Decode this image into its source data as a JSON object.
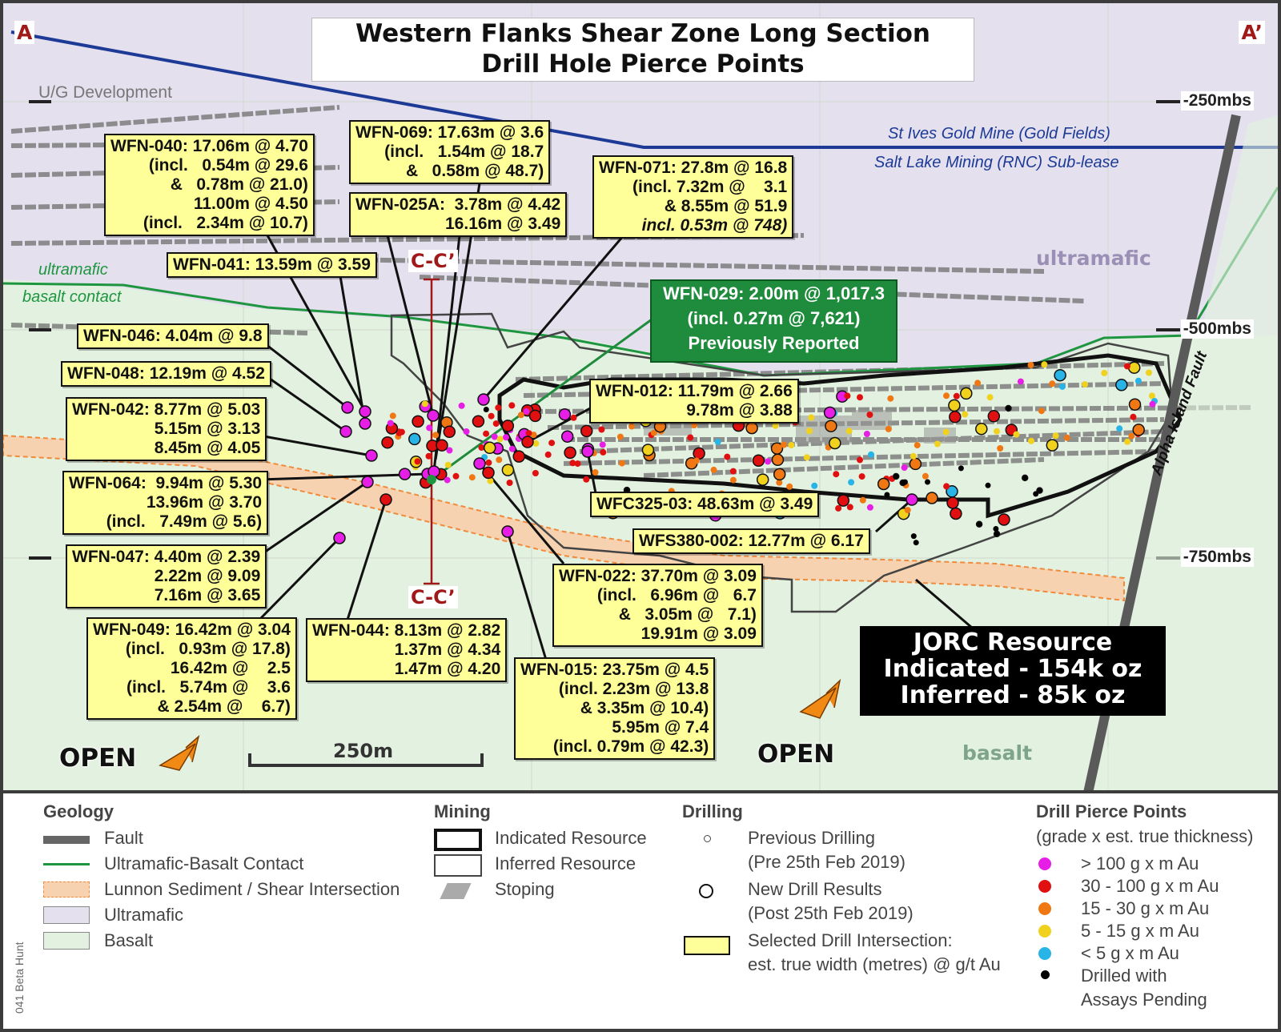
{
  "title": {
    "line1": "Western Flanks Shear Zone Long Section",
    "line2": "Drill Hole Pierce Points"
  },
  "section": {
    "start": "A",
    "end": "A’"
  },
  "depth_labels": [
    "-250mbs",
    "-500mbs",
    "-750mbs"
  ],
  "map_labels": {
    "ug_development": "U/G Development",
    "st_ives": "St Ives Gold Mine (Gold Fields)",
    "salt_lake": "Salt Lake Mining (RNC) Sub-lease",
    "ultramafic": "ultramafic",
    "contact_line1": "ultramafic",
    "contact_line2": "basalt contact",
    "basalt": "basalt",
    "fault": "Alpha Island Fault",
    "cc_top": "C-C’",
    "cc_bottom": "C-C’",
    "open_left": "OPEN",
    "open_right": "OPEN",
    "scale": "250m"
  },
  "intersections": [
    {
      "id": "wfn040",
      "lines": [
        "WFN-040: 17.06m @ 4.70",
        "(incl.   0.54m @ 29.6",
        "&   0.78m @ 21.0)",
        "11.00m @ 4.50",
        "(incl.   2.34m @ 10.7)"
      ]
    },
    {
      "id": "wfn069",
      "lines": [
        "WFN-069: 17.63m @ 3.6",
        "(incl.   1.54m @ 18.7",
        "&   0.58m @ 48.7)"
      ]
    },
    {
      "id": "wfn025a",
      "lines": [
        "WFN-025A:  3.78m @ 4.42",
        "16.16m @ 3.49"
      ]
    },
    {
      "id": "wfn071",
      "lines": [
        "WFN-071: 27.8m @ 16.8",
        "(incl. 7.32m @    3.1",
        "& 8.55m @ 51.9",
        "incl. 0.53m @ 748)"
      ]
    },
    {
      "id": "wfn041",
      "lines": [
        "WFN-041: 13.59m @ 3.59"
      ]
    },
    {
      "id": "wfn046",
      "lines": [
        "WFN-046: 4.04m @ 9.8"
      ]
    },
    {
      "id": "wfn048",
      "lines": [
        "WFN-048: 12.19m @ 4.52"
      ]
    },
    {
      "id": "wfn042",
      "lines": [
        "WFN-042: 8.77m @ 5.03",
        "5.15m @ 3.13",
        "8.45m @ 4.05"
      ]
    },
    {
      "id": "wfn064",
      "lines": [
        "WFN-064:  9.94m @ 5.30",
        "13.96m @ 3.70",
        "(incl.   7.49m @ 5.6)"
      ]
    },
    {
      "id": "wfn047",
      "lines": [
        "WFN-047: 4.40m @ 2.39",
        "2.22m @ 9.09",
        "7.16m @ 3.65"
      ]
    },
    {
      "id": "wfn049",
      "lines": [
        "WFN-049: 16.42m @ 3.04",
        "(incl.   0.93m @ 17.8)",
        "16.42m @    2.5",
        "(incl.   5.74m @    3.6",
        "& 2.54m @    6.7)"
      ]
    },
    {
      "id": "wfn044",
      "lines": [
        "WFN-044: 8.13m @ 2.82",
        "1.37m @ 4.34",
        "1.47m @ 4.20"
      ]
    },
    {
      "id": "wfn012",
      "lines": [
        "WFN-012: 11.79m @ 2.66",
        "9.78m @ 3.88"
      ]
    },
    {
      "id": "wfc325",
      "lines": [
        "WFC325-03: 48.63m @ 3.49"
      ]
    },
    {
      "id": "wfs380",
      "lines": [
        "WFS380-002: 12.77m @ 6.17"
      ]
    },
    {
      "id": "wfn022",
      "lines": [
        "WFN-022: 37.70m @ 3.09",
        "(incl.   6.96m @   6.7",
        "&   3.05m @   7.1)",
        "19.91m @ 3.09"
      ]
    },
    {
      "id": "wfn015",
      "lines": [
        "WFN-015: 23.75m @ 4.5",
        "(incl. 2.23m @ 13.8",
        "& 3.35m @ 10.4)",
        "5.95m @ 7.4",
        "(incl. 0.79m @ 42.3)"
      ]
    }
  ],
  "highlight": {
    "line1": "WFN-029: 2.00m @ 1,017.3",
    "line2": "(incl. 0.27m @ 7,621)",
    "line3": "Previously Reported"
  },
  "jorc": {
    "line1": "JORC Resource",
    "line2": "Indicated - 154k oz",
    "line3": "Inferred - 85k oz"
  },
  "legend": {
    "geology": {
      "heading": "Geology",
      "items": [
        "Fault",
        "Ultramafic-Basalt Contact",
        "Lunnon Sediment / Shear Intersection",
        "Ultramafic",
        "Basalt"
      ]
    },
    "mining": {
      "heading": "Mining",
      "items": [
        "Indicated Resource",
        "Inferred Resource",
        "Stoping"
      ]
    },
    "drilling": {
      "heading": "Drilling",
      "items": [
        {
          "line1": "Previous Drilling",
          "line2": "(Pre 25th Feb 2019)"
        },
        {
          "line1": "New Drill Results",
          "line2": "(Post 25th Feb 2019)"
        },
        {
          "line1": "Selected Drill Intersection:",
          "line2": "est. true width (metres) @ g/t Au"
        }
      ]
    },
    "pierce": {
      "heading": "Drill Pierce Points",
      "subheading": "(grade x est. true thickness)",
      "items": [
        {
          "label": "> 100 g x m Au",
          "color": "#e61ee6"
        },
        {
          "label": "30 - 100 g x m Au",
          "color": "#e01010"
        },
        {
          "label": "15 - 30 g x m Au",
          "color": "#f07814"
        },
        {
          "label": "5 - 15 g x m Au",
          "color": "#f0d21e"
        },
        {
          "label": "< 5 g x m Au",
          "color": "#28b4e6"
        },
        {
          "label": "Drilled with",
          "label2": "Assays Pending",
          "color": "#000000"
        }
      ]
    }
  },
  "credit": "041 Beta Hunt",
  "colors": {
    "ultramafic": "#e4e0ee",
    "basalt": "#e3f1e0",
    "lease": "#1c3a96",
    "contact": "#1e9640",
    "sediment": "#f7d2b0",
    "title_red": "#a01818"
  }
}
